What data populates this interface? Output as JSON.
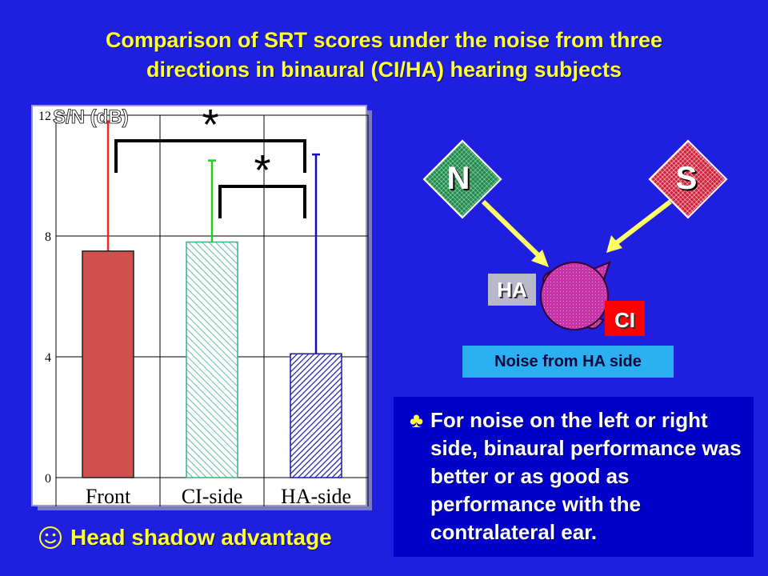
{
  "title_line1": "Comparison of SRT scores under the noise from three",
  "title_line2": "directions in binaural (CI/HA) hearing subjects",
  "chart_data": {
    "type": "bar",
    "ylabel": "S/N (dB)",
    "categories": [
      "Front",
      "CI-side",
      "HA-side"
    ],
    "values": [
      7.5,
      7.8,
      4.1
    ],
    "error_upper": [
      11.8,
      10.5,
      10.7
    ],
    "ylim": [
      0,
      12
    ],
    "yticks": [
      {
        "value": 0,
        "label": "0"
      },
      {
        "value": 4,
        "label": "4"
      },
      {
        "value": 8,
        "label": "8"
      },
      {
        "value": 12,
        "label": "12"
      }
    ],
    "grid": true,
    "bar_colors": [
      "#d05050",
      "#a0e8c8",
      "#1a1aa0"
    ],
    "error_colors": [
      "#ff2020",
      "#22cc22",
      "#1010b0"
    ],
    "significance": [
      {
        "from": 0,
        "to": 2,
        "mark": "*"
      },
      {
        "from": 1,
        "to": 2,
        "mark": "*"
      }
    ]
  },
  "diagram": {
    "n_label": "N",
    "s_label": "S",
    "ha_label": "HA",
    "ci_label": "CI",
    "noise_caption": "Noise from HA side"
  },
  "note": {
    "bullet": "♣",
    "text": "For noise on the left or right side, binaural performance was better or as good as performance with the contralateral ear."
  },
  "advantage_text": "Head shadow advantage",
  "colors": {
    "background": "#1f1fe0",
    "title": "#ffff33",
    "arrow": "#ffff66",
    "head": "#cc33aa"
  }
}
